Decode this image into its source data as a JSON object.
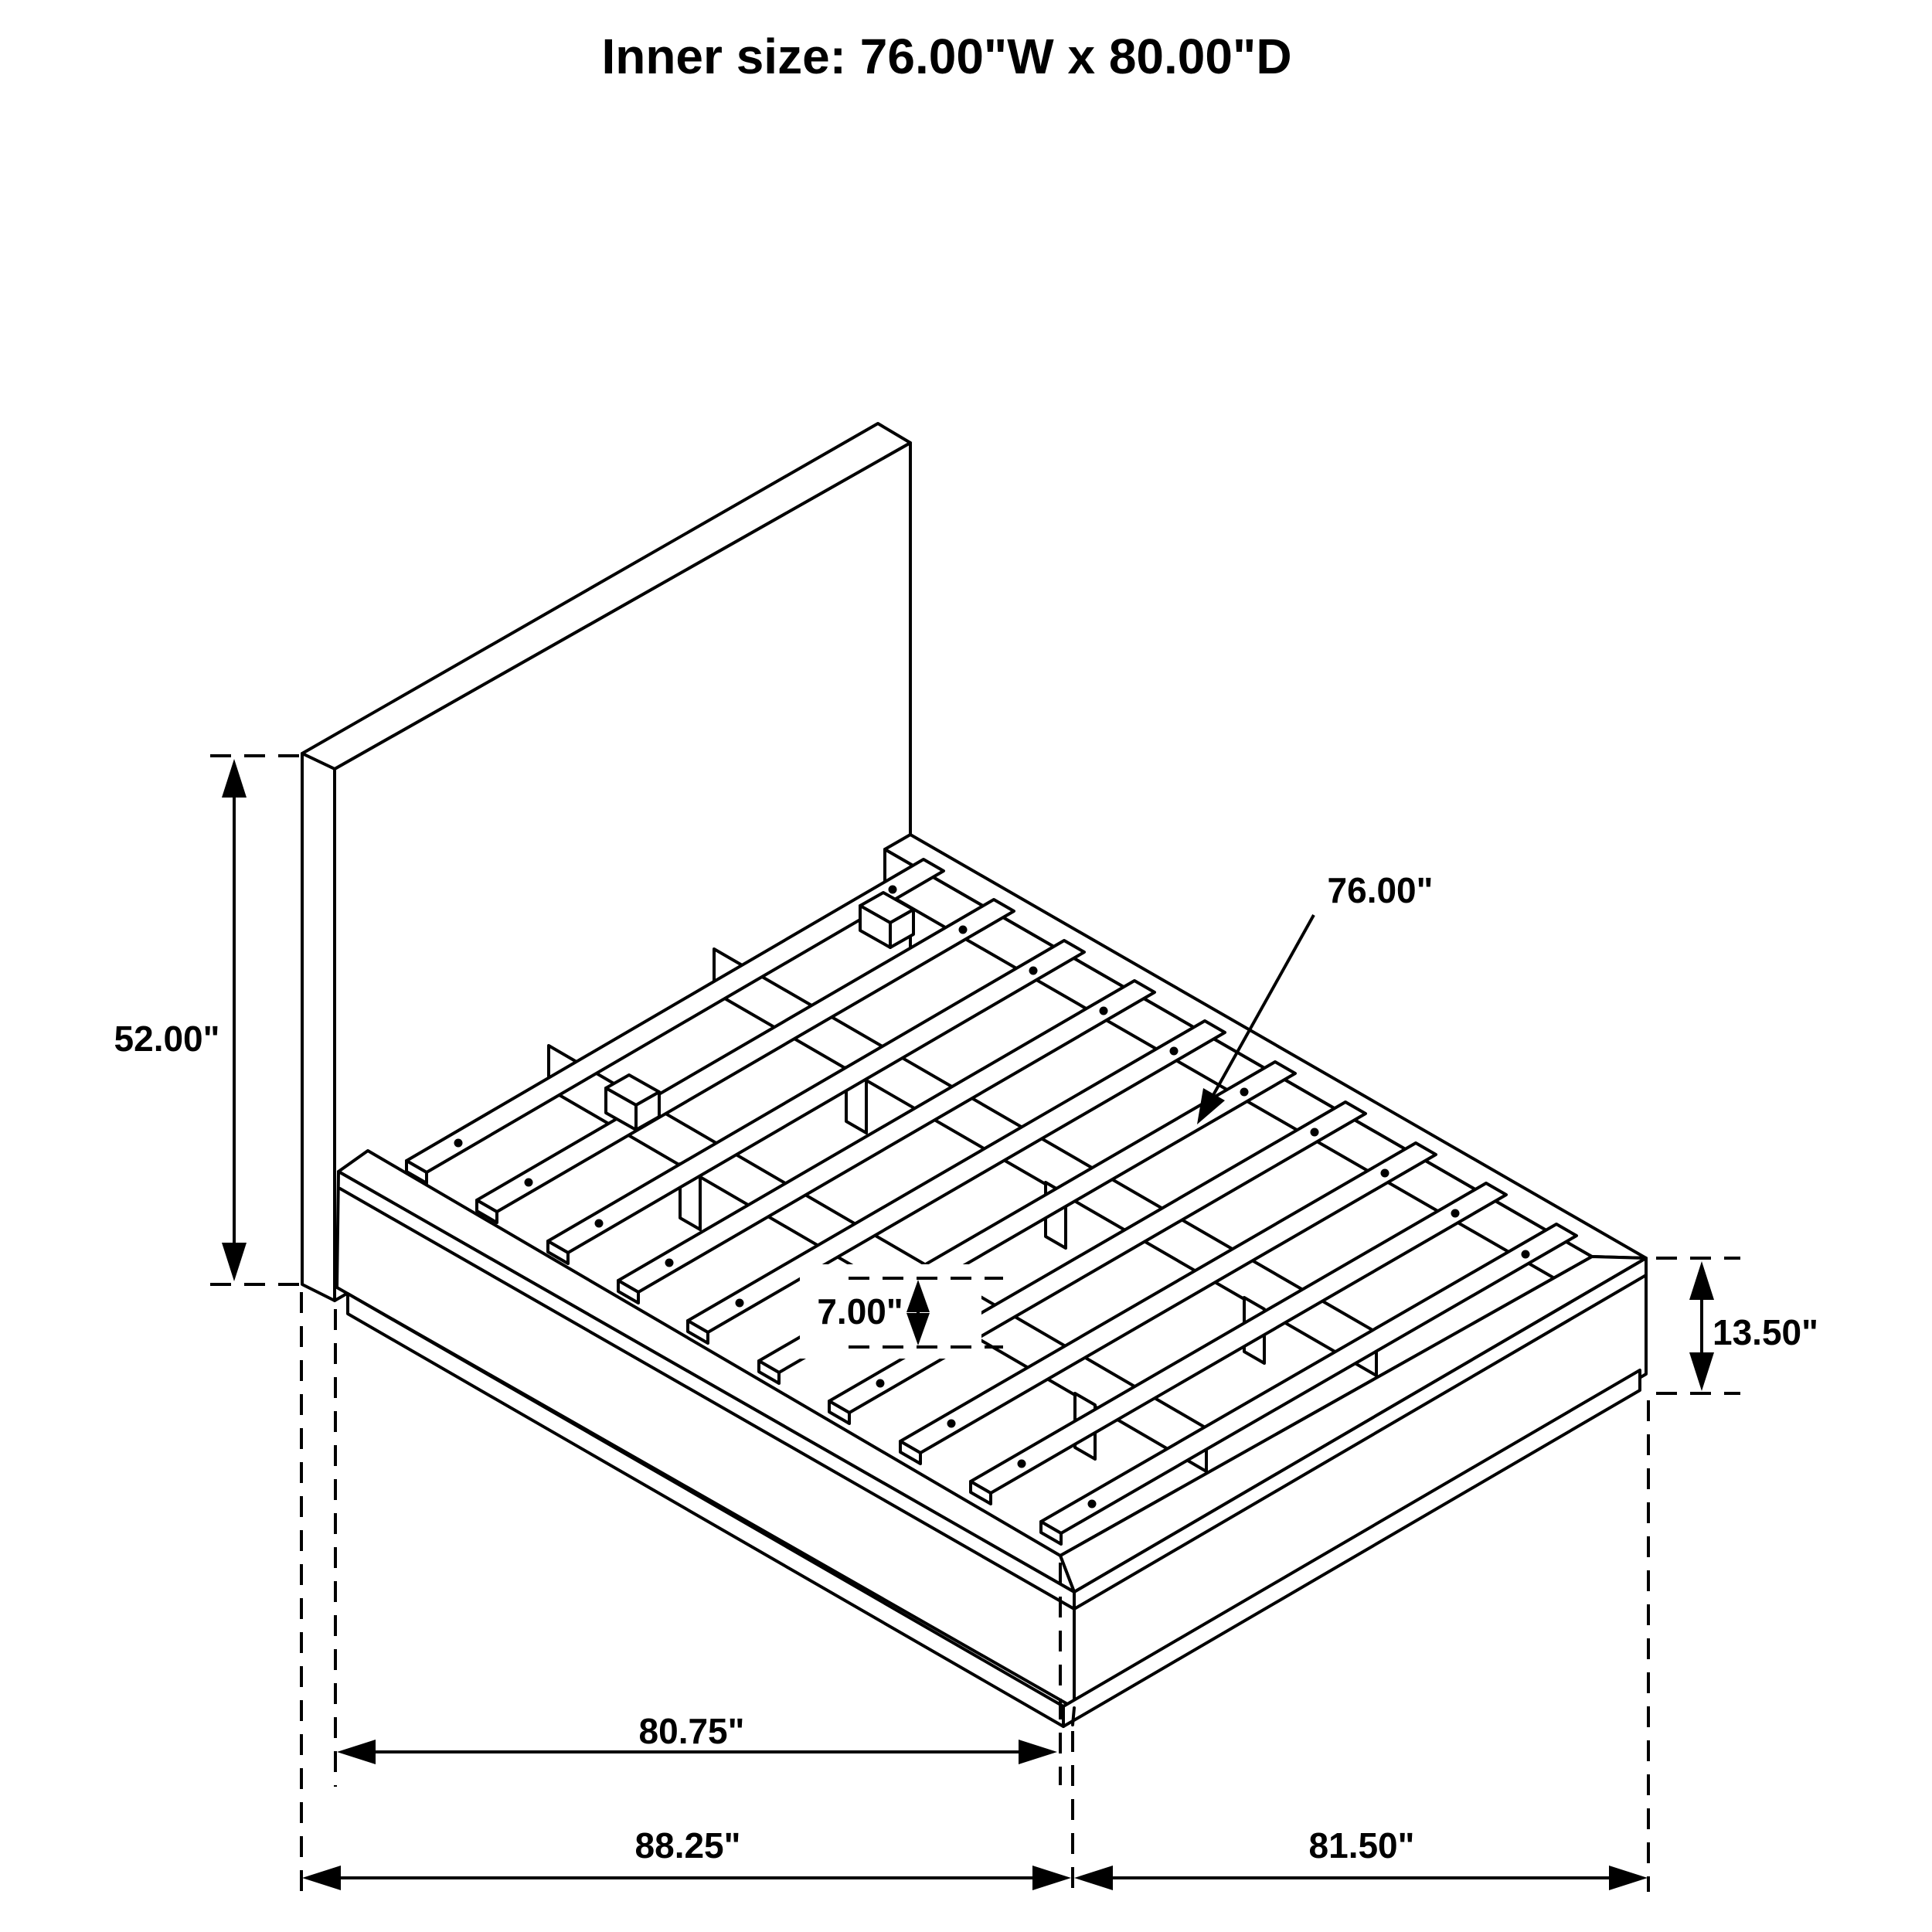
{
  "title": "Inner size: 76.00\"W x 80.00\"D",
  "diagram": {
    "type": "isometric-technical-line-drawing",
    "subject": "platform bed frame with headboard and slats",
    "line_color": "#000000",
    "background_color": "#ffffff",
    "dimensions": {
      "headboard_height": "52.00\"",
      "slat_length": "76.00\"",
      "slat_support_height": "7.00\"",
      "frame_side_height": "13.50\"",
      "base_length": "80.75\"",
      "overall_length": "88.25\"",
      "overall_width": "81.50\""
    }
  }
}
